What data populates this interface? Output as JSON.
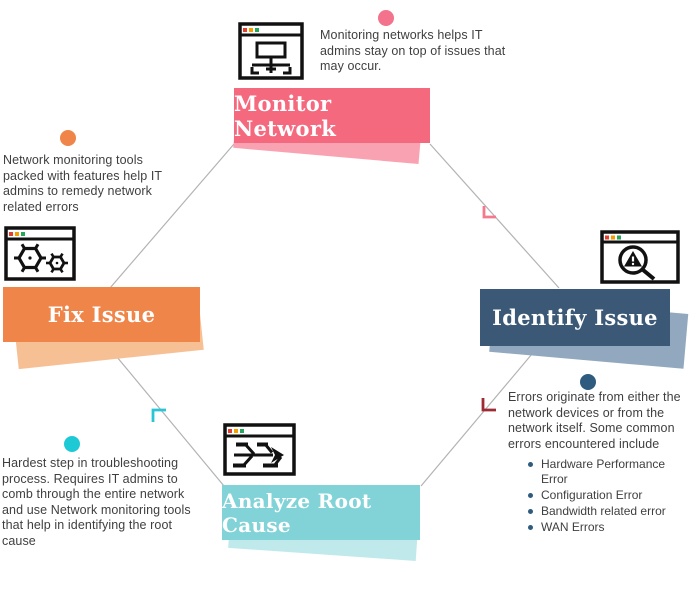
{
  "figure": {
    "type": "cycle-diagram",
    "background": "#ffffff"
  },
  "stages": [
    {
      "name": "Monitor Network",
      "color": "#f5697f",
      "ribbon_color": "#f9a3b2",
      "dot_color": "#f2738b",
      "icon": "network-topology-window-icon",
      "description": [
        "Monitoring networks helps IT",
        "admins stay on top of issues that",
        "may occur."
      ]
    },
    {
      "name": "Identify Issue",
      "color": "#3b5977",
      "ribbon_color": "#91a8bf",
      "dot_color": "#2e5b7e",
      "icon": "magnifier-warning-window-icon",
      "description": [
        "Errors originate from either the",
        "network devices or from the",
        "network  itself. Some common",
        "errors  encountered include"
      ],
      "bullets": [
        "Hardware Performance Error",
        "Configuration Error",
        "Bandwidth related error",
        "WAN Errors"
      ]
    },
    {
      "name": "Analyze Root Cause",
      "color": "#82d3d8",
      "ribbon_color": "#c0e9ec",
      "dot_color": "#1ec9d6",
      "icon": "fishbone-diagram-window-icon",
      "description": [
        "Hardest step in troubleshooting",
        "process. Requires IT admins to",
        "comb through the entire network",
        "and use Network monitoring tools",
        "that help in identifying the root",
        "cause"
      ]
    },
    {
      "name": "Fix Issue",
      "color": "#ef8548",
      "ribbon_color": "#f6c094",
      "dot_color": "#ef8548",
      "icon": "gears-window-icon",
      "description": [
        "Network monitoring tools",
        "packed with features help IT",
        "admins to remedy network",
        "related errors"
      ]
    }
  ],
  "connectors": {
    "line_color": "#b3b3b3",
    "arrows": [
      {
        "from": "Monitor Network",
        "to": "Identify Issue",
        "color": "#f4798f"
      },
      {
        "from": "Identify Issue",
        "to": "Analyze Root Cause",
        "color": "#9e2b33"
      },
      {
        "from": "Analyze Root Cause",
        "to": "Fix Issue",
        "color": "#29c5d6"
      }
    ]
  },
  "browser_icon_dots": [
    "#e5402e",
    "#f59e00",
    "#26a65b"
  ]
}
